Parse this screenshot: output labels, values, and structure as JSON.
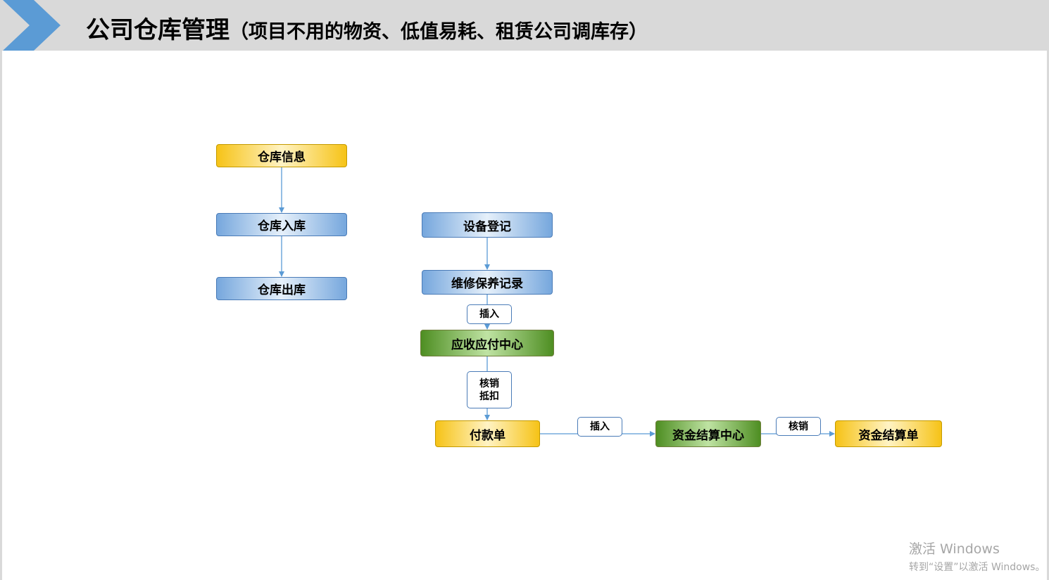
{
  "header": {
    "title_main": "公司仓库管理",
    "title_sub": "（项目不用的物资、低值易耗、租赁公司调库存）",
    "accent_color": "#5b9bd5",
    "background_color": "#d9d9d9"
  },
  "nodes": {
    "warehouse_info": "仓库信息",
    "warehouse_in": "仓库入库",
    "warehouse_out": "仓库出库",
    "equipment_register": "设备登记",
    "maintenance_record": "维修保养记录",
    "ar_ap_center": "应收应付中心",
    "payment_order": "付款单",
    "fund_settlement_center": "资金结算中心",
    "fund_settlement_order": "资金结算单"
  },
  "labels": {
    "insert_1": "插入",
    "writeoff_offset_line1": "核销",
    "writeoff_offset_line2": "抵扣",
    "insert_2": "插入",
    "writeoff": "核销"
  },
  "colors": {
    "blue_node": "#76a7dd",
    "yellow_node": "#f6c317",
    "green_node": "#4e8e22",
    "connector": "#5b9bd5"
  },
  "watermark": {
    "title": "激活 Windows",
    "subtitle": "转到“设置”以激活 Windows。"
  }
}
